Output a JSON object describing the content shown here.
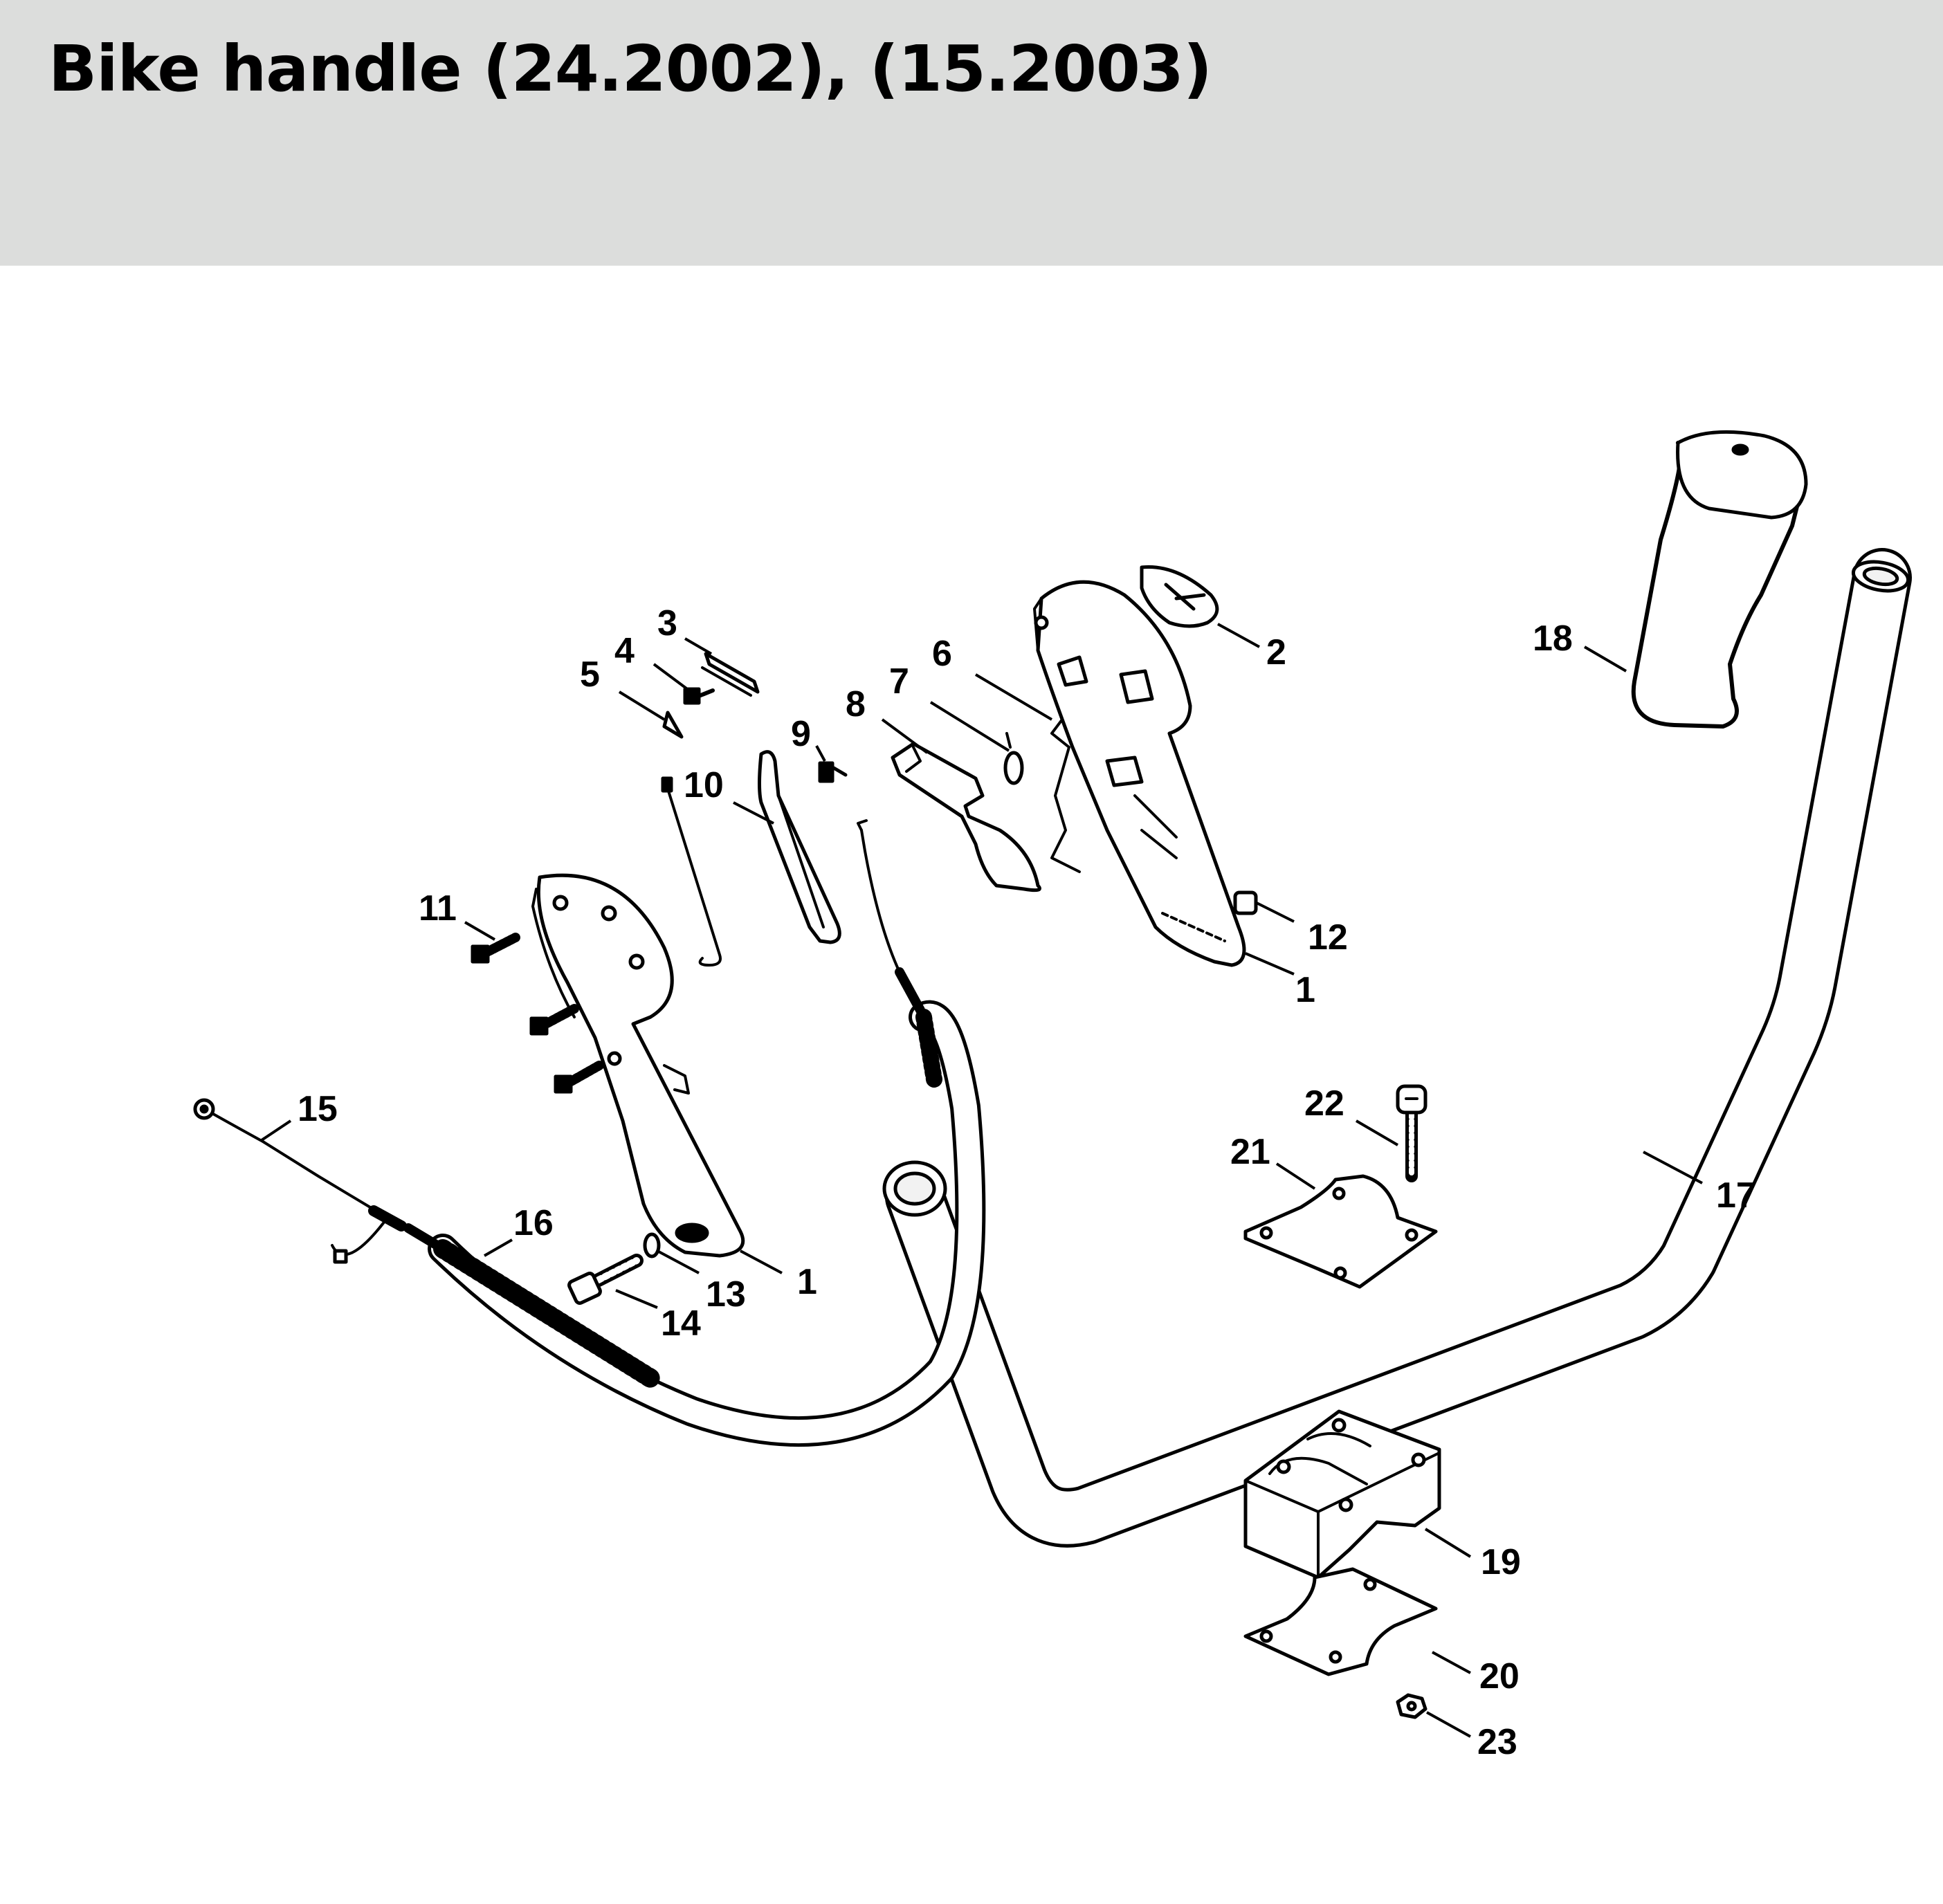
{
  "header": {
    "title": "Bike handle (24.2002), (15.2003)"
  },
  "callouts": [
    {
      "id": "c1a",
      "label": "1"
    },
    {
      "id": "c1b",
      "label": "1"
    },
    {
      "id": "c2",
      "label": "2"
    },
    {
      "id": "c3",
      "label": "3"
    },
    {
      "id": "c4",
      "label": "4"
    },
    {
      "id": "c5",
      "label": "5"
    },
    {
      "id": "c6",
      "label": "6"
    },
    {
      "id": "c7",
      "label": "7"
    },
    {
      "id": "c8",
      "label": "8"
    },
    {
      "id": "c9",
      "label": "9"
    },
    {
      "id": "c10",
      "label": "10"
    },
    {
      "id": "c11",
      "label": "11"
    },
    {
      "id": "c12",
      "label": "12"
    },
    {
      "id": "c13",
      "label": "13"
    },
    {
      "id": "c14",
      "label": "14"
    },
    {
      "id": "c15",
      "label": "15"
    },
    {
      "id": "c16",
      "label": "16"
    },
    {
      "id": "c17",
      "label": "17"
    },
    {
      "id": "c18",
      "label": "18"
    },
    {
      "id": "c19",
      "label": "19"
    },
    {
      "id": "c20",
      "label": "20"
    },
    {
      "id": "c21",
      "label": "21"
    },
    {
      "id": "c22",
      "label": "22"
    },
    {
      "id": "c23",
      "label": "23"
    }
  ]
}
